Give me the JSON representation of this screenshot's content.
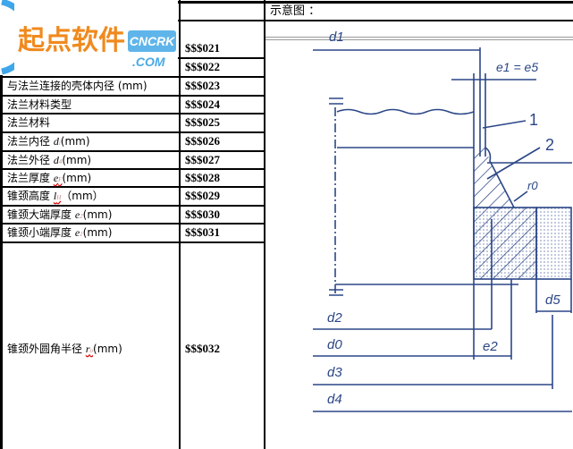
{
  "header": {
    "diagram_label": "示意图 ："
  },
  "logo": {
    "name": "起点软件",
    "badge": "CNCRK",
    "domain": ".COM"
  },
  "rows": [
    {
      "label": "",
      "value": "$$$021"
    },
    {
      "label": "",
      "value": "$$$022"
    },
    {
      "label": "与法兰连接的壳体内径 (mm)",
      "value": "$$$023"
    },
    {
      "label": "法兰材料类型",
      "value": "$$$024"
    },
    {
      "label": "法兰材料",
      "value": "$$$025"
    },
    {
      "label": "法兰内径",
      "sym": "d",
      "sub": "i",
      "unit": "(mm)",
      "value": "$$$026"
    },
    {
      "label": "法兰外径",
      "sym": "d",
      "sub": "4",
      "unit": "(mm)",
      "value": "$$$027"
    },
    {
      "label": "法兰厚度",
      "sym": "e",
      "sub": "F",
      "unit": "(mm)",
      "value": "$$$028"
    },
    {
      "label": "锥颈高度",
      "sym": "l",
      "sub": "H",
      "unit": "（mm）",
      "value": "$$$029"
    },
    {
      "label": "锥颈大端厚度",
      "sym": "e",
      "sub": "2",
      "unit": "(mm)",
      "value": "$$$030"
    },
    {
      "label": "锥颈小端厚度",
      "sym": "e",
      "sub": "1",
      "unit": "(mm)",
      "value": "$$$031"
    },
    {
      "label": "锥颈外圆角半径",
      "sym": "r",
      "sub": "o",
      "unit": "(mm)",
      "value": "$$$032"
    }
  ],
  "drawing": {
    "labels": {
      "d1": "d1",
      "e1e5": "e1 = e5",
      "p1": "1",
      "p2": "2",
      "r0": "r0",
      "d5": "d5",
      "d2": "d2",
      "d0": "d0",
      "e2": "e2",
      "d3": "d3",
      "d4": "d4"
    },
    "ink_color": "#2b4687"
  }
}
